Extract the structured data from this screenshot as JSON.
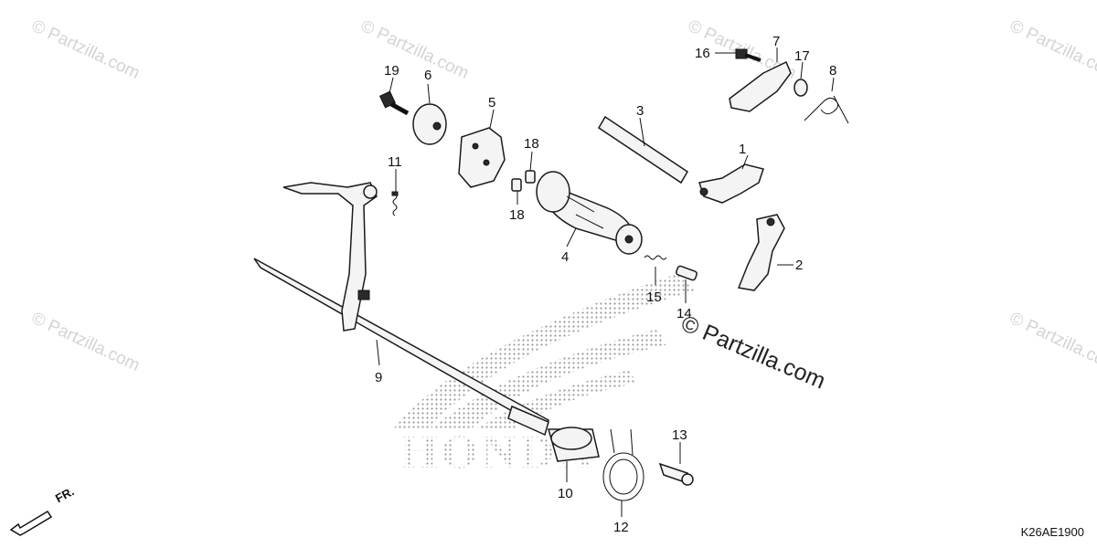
{
  "watermark": {
    "text": "© Partzilla.com",
    "credit_text": "© Partzilla.com"
  },
  "logo": {
    "text": "HONDA"
  },
  "diagram_code": "K26AE1900",
  "direction_marker": {
    "text": "FR.",
    "icon": "arrow-icon"
  },
  "callouts": [
    "1",
    "2",
    "3",
    "4",
    "5",
    "6",
    "7",
    "8",
    "9",
    "10",
    "11",
    "12",
    "13",
    "14",
    "15",
    "16",
    "17",
    "18",
    "18",
    "19"
  ],
  "colors": {
    "line": "#1a1a1a",
    "part_fill": "#f4f4f4",
    "watermark": "#d4d4d4",
    "logo_dots": "#9a9a9a"
  }
}
